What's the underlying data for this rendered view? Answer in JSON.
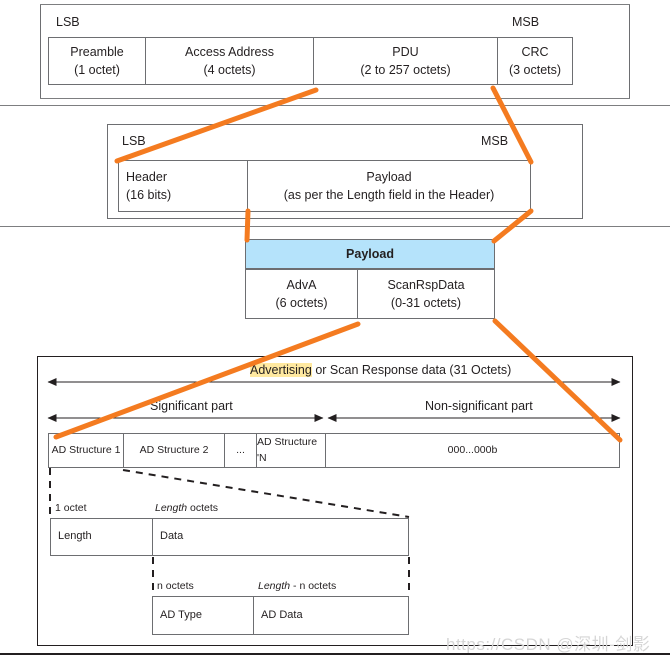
{
  "diagram": {
    "title": "Bluetooth LE packet / advertising data structure",
    "accent_orange": "#f47b20",
    "payload_band_blue": "#b5e3fb",
    "highlight_yellow": "#ffe9a0",
    "border_gray": "#6d6e71"
  },
  "packet_row": {
    "lsb": "LSB",
    "msb": "MSB",
    "fields": [
      {
        "name": "Preamble",
        "size": "(1 octet)"
      },
      {
        "name": "Access Address",
        "size": "(4 octets)"
      },
      {
        "name": "PDU",
        "size": "(2 to 257 octets)"
      },
      {
        "name": "CRC",
        "size": "(3 octets)"
      }
    ]
  },
  "pdu_row": {
    "lsb": "LSB",
    "msb": "MSB",
    "fields": [
      {
        "name": "Header",
        "size": "(16 bits)"
      },
      {
        "name": "Payload",
        "size": "(as per the Length field in the Header)"
      }
    ]
  },
  "payload_row": {
    "header": "Payload",
    "fields": [
      {
        "name": "AdvA",
        "size": "(6 octets)"
      },
      {
        "name": "ScanRspData",
        "size": "(0-31 octets)"
      }
    ]
  },
  "advertising": {
    "span_label_highlight": "Advertising",
    "span_label_rest": " or Scan Response data (31 Octets)",
    "significant_label": "Significant part",
    "non_significant_label": "Non-significant part",
    "cells": [
      "AD Structure 1",
      "AD Structure 2",
      "...",
      "AD Structure 'N",
      "000...000b"
    ]
  },
  "ad_structure": {
    "size_left": "1 octet",
    "size_right_italic": "Length",
    "size_right_rest": " octets",
    "cells": [
      "Length",
      "Data"
    ]
  },
  "ad_data": {
    "size_left": "n octets",
    "size_right_italic": "Length",
    "size_right_rest": " - n octets",
    "cells": [
      "AD Type",
      "AD Data"
    ]
  },
  "watermark": {
    "text": "https://CSDN @深圳-剑影"
  }
}
